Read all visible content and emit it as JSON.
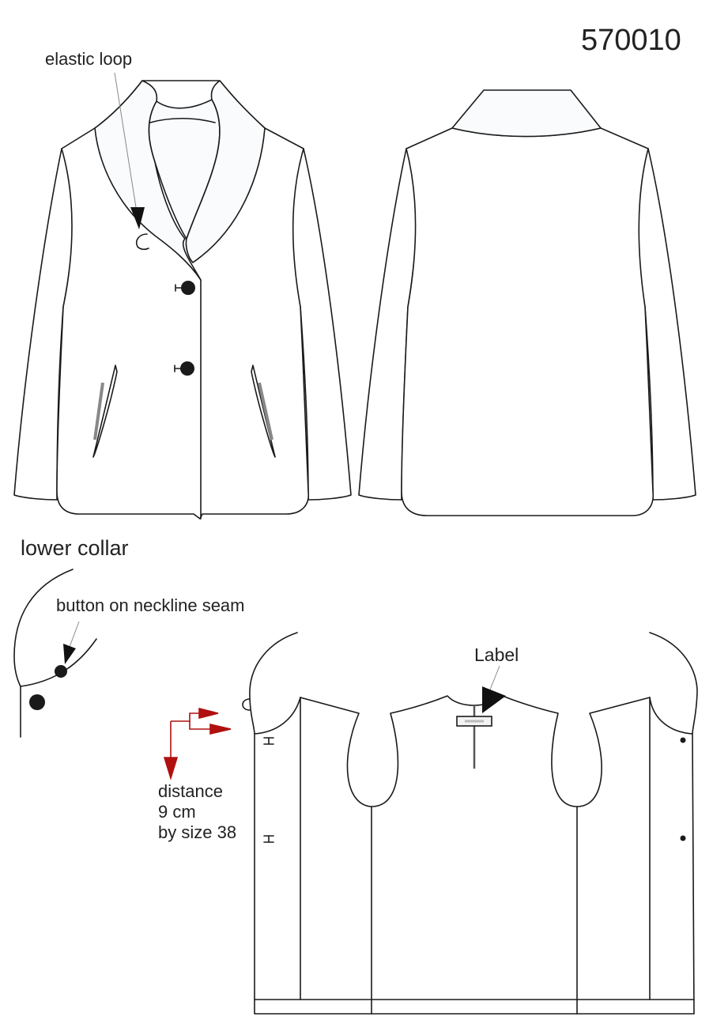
{
  "model_number": "570010",
  "labels": {
    "elastic_loop": "elastic loop",
    "lower_collar": "lower collar",
    "button_on_neckline_seam": "button on neckline seam",
    "label": "Label",
    "distance_line1": "distance",
    "distance_line2": "9 cm",
    "distance_line3": "by size 38"
  },
  "colors": {
    "line": "#1a1a1a",
    "collar_fill": "#f9fbfd",
    "marker_arrow": "#b01010",
    "pointer": "#111111"
  },
  "icons": {
    "button": "filled-circle",
    "buttonhole": "t-bar",
    "pointer": "arrowhead",
    "distance_marker": "red-bracket-arrows"
  }
}
